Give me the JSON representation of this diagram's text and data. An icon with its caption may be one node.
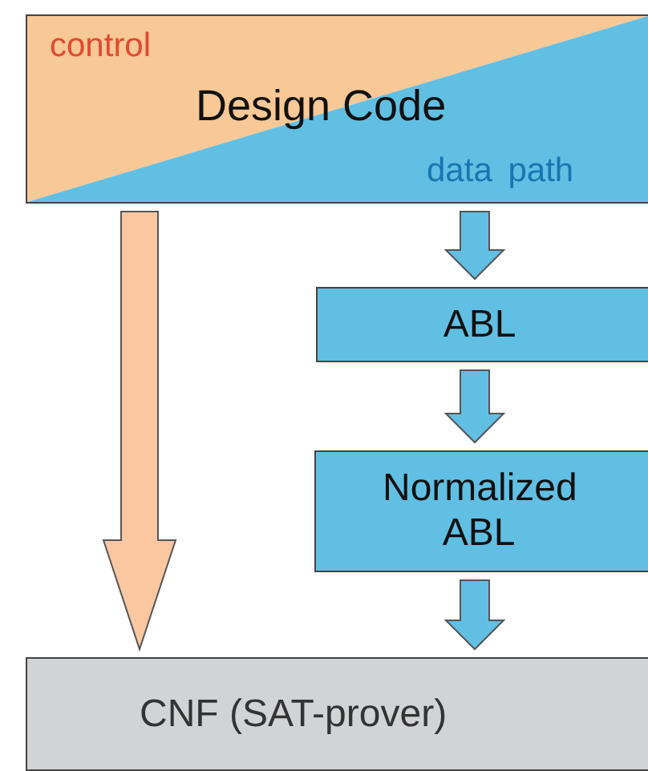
{
  "diagram": {
    "nodes": [
      {
        "text": [
          "control",
          "Design Code",
          "data path"
        ]
      },
      {
        "text": [
          "ABL"
        ]
      },
      {
        "text": [
          "Normalized ABL"
        ]
      },
      {
        "text": [
          "CNF (SAT-prover)"
        ]
      }
    ],
    "edges": [
      {
        "from": 0,
        "to": 3,
        "arrow": "to",
        "style": "thick",
        "color": "#fac7a1"
      },
      {
        "from": 0,
        "to": 1,
        "arrow": "to"
      },
      {
        "from": 1,
        "to": 2,
        "arrow": "to"
      },
      {
        "from": 2,
        "to": 3,
        "arrow": "to"
      }
    ]
  }
}
